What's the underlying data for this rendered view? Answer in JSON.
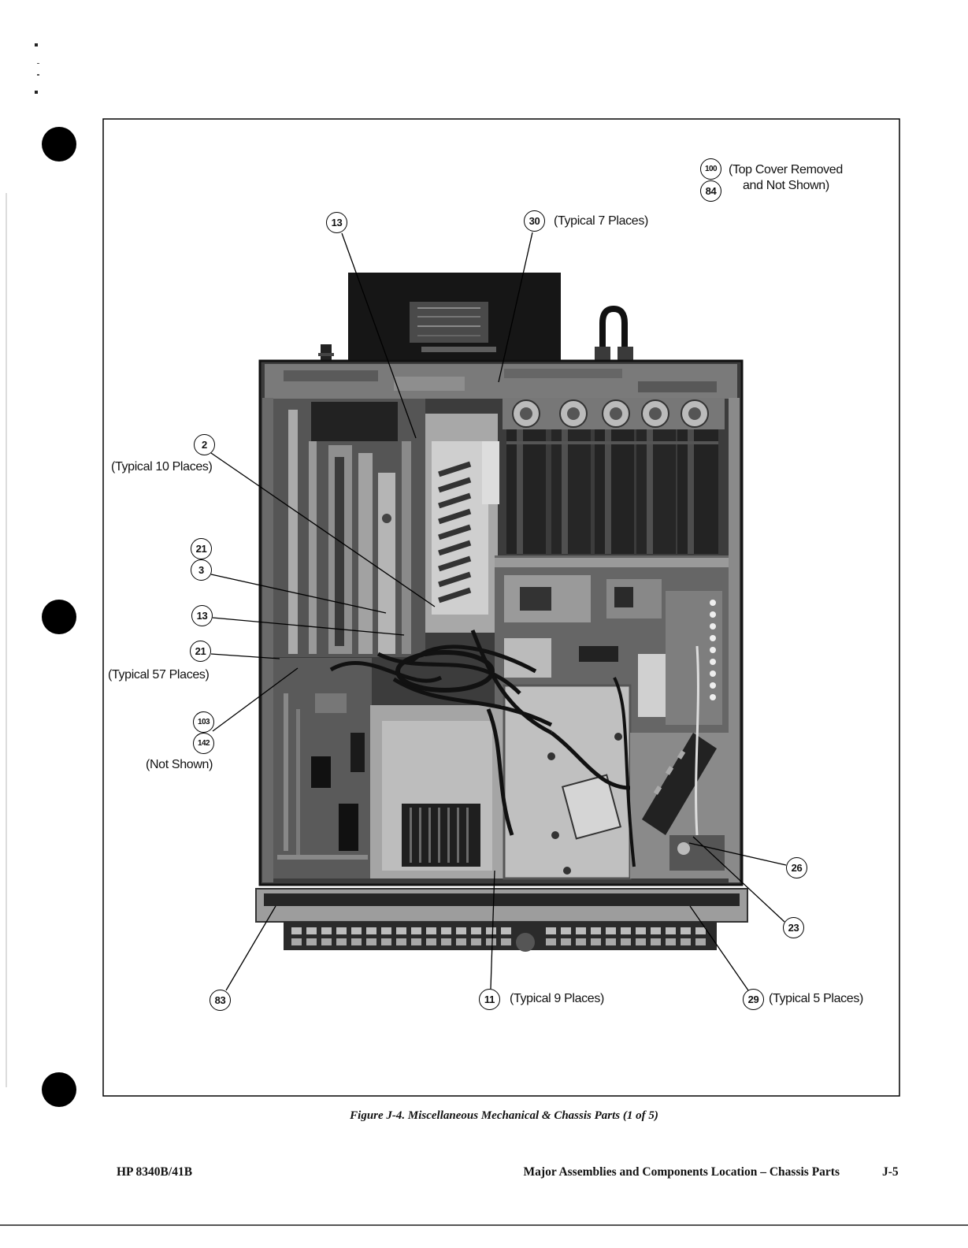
{
  "callouts": {
    "top_note": {
      "num_a": "100",
      "num_b": "84",
      "line1": "(Top Cover Removed",
      "line2": "and Not Shown)"
    },
    "c13_top": {
      "num": "13"
    },
    "c30": {
      "num": "30",
      "label": "(Typical 7 Places)"
    },
    "c2": {
      "num": "2",
      "label": "(Typical 10 Places)"
    },
    "c21_a": {
      "num": "21"
    },
    "c3": {
      "num": "3"
    },
    "c13_mid": {
      "num": "13"
    },
    "c21_b": {
      "num": "21",
      "label": "(Typical 57 Places)"
    },
    "c103": {
      "num": "103"
    },
    "c142": {
      "num": "142",
      "label": "(Not Shown)"
    },
    "c26": {
      "num": "26"
    },
    "c23": {
      "num": "23"
    },
    "c83": {
      "num": "83"
    },
    "c11": {
      "num": "11",
      "label": "(Typical 9 Places)"
    },
    "c29": {
      "num": "29",
      "label": "(Typical 5 Places)"
    }
  },
  "caption": "Figure J-4. Miscellaneous Mechanical & Chassis Parts (1 of 5)",
  "footer": {
    "model": "HP 8340B/41B",
    "section": "Major Assemblies and Components Location – Chassis Parts",
    "page_number": "J-5"
  }
}
